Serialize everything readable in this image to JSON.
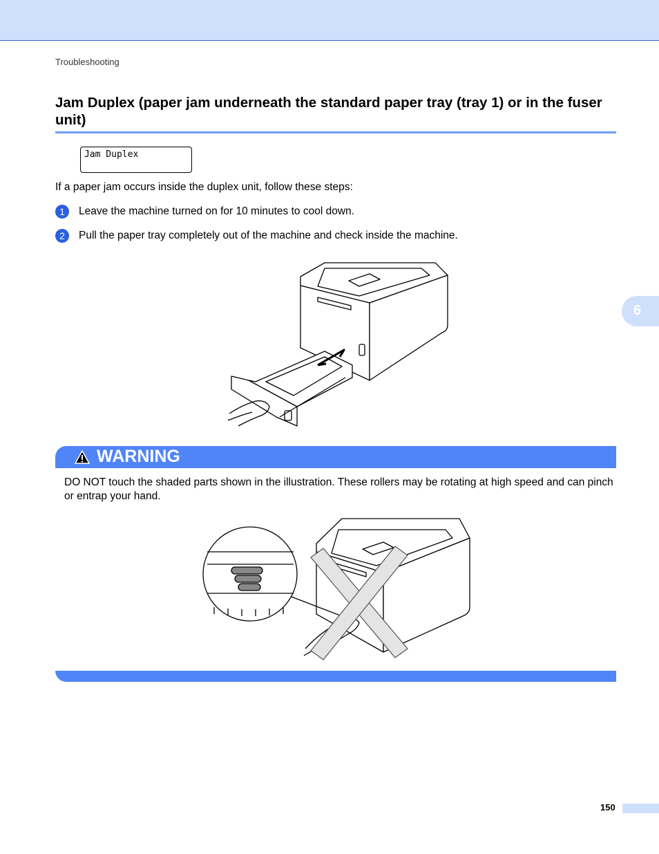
{
  "header": {
    "breadcrumb": "Troubleshooting"
  },
  "chapter_tab": "6",
  "section": {
    "title": "Jam Duplex (paper jam underneath the standard paper tray (tray 1) or in the fuser unit)",
    "lcd_message": "Jam Duplex",
    "intro": "If a paper jam occurs inside the duplex unit, follow these steps:",
    "steps": [
      {
        "number": "1",
        "text": "Leave the machine turned on for 10 minutes to cool down."
      },
      {
        "number": "2",
        "text": "Pull the paper tray completely out of the machine and check inside the machine."
      }
    ]
  },
  "warning": {
    "title": "WARNING",
    "text": "DO NOT touch the shaded parts shown in the illustration. These rollers may be rotating at high speed and can pinch or entrap your hand."
  },
  "footer": {
    "page_number": "150"
  },
  "colors": {
    "accent": "#4f85f7",
    "band": "#cfe0fd",
    "step_badge": "#2a5fe0"
  }
}
